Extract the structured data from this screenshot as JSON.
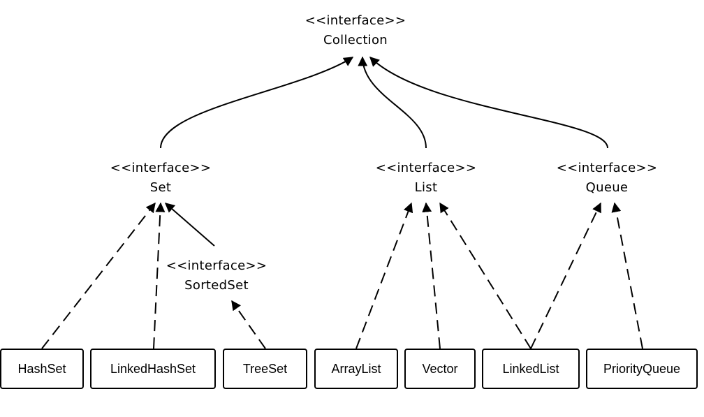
{
  "diagram": {
    "interfaces": {
      "collection": {
        "stereotype": "<<interface>>",
        "name": "Collection"
      },
      "set": {
        "stereotype": "<<interface>>",
        "name": "Set"
      },
      "list": {
        "stereotype": "<<interface>>",
        "name": "List"
      },
      "queue": {
        "stereotype": "<<interface>>",
        "name": "Queue"
      },
      "sortedset": {
        "stereotype": "<<interface>>",
        "name": "SortedSet"
      }
    },
    "classes": {
      "hashset": "HashSet",
      "linkedhashset": "LinkedHashSet",
      "treeset": "TreeSet",
      "arraylist": "ArrayList",
      "vector": "Vector",
      "linkedlist": "LinkedList",
      "priorityqueue": "PriorityQueue"
    }
  }
}
